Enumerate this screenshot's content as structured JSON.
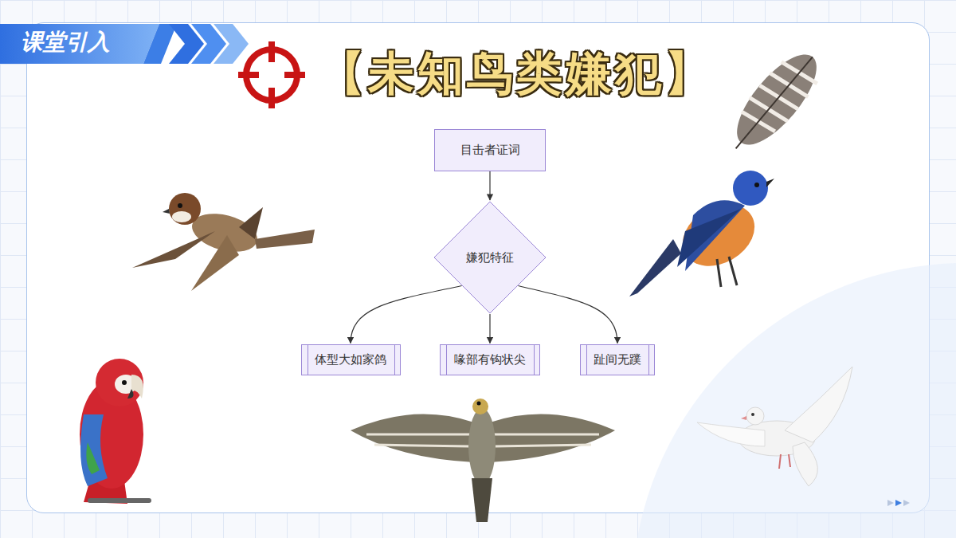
{
  "diagram": {
    "title": "【未知鸟类嫌犯】",
    "nodes": [
      {
        "text": [
          "目击者证词"
        ]
      },
      {
        "text": [
          "嫌犯特征"
        ]
      },
      {
        "text": [
          "体型大如家鸽"
        ]
      },
      {
        "text": [
          "喙部有钩状尖"
        ]
      },
      {
        "text": [
          "趾间无蹼"
        ]
      }
    ],
    "edges": [
      {
        "from": 0,
        "to": 1,
        "arrow": "to"
      },
      {
        "from": 1,
        "to": 2,
        "arrow": "to"
      },
      {
        "from": 1,
        "to": 3,
        "arrow": "to"
      },
      {
        "from": 1,
        "to": 4,
        "arrow": "to"
      }
    ],
    "labels": [
      "课堂引入"
    ]
  }
}
